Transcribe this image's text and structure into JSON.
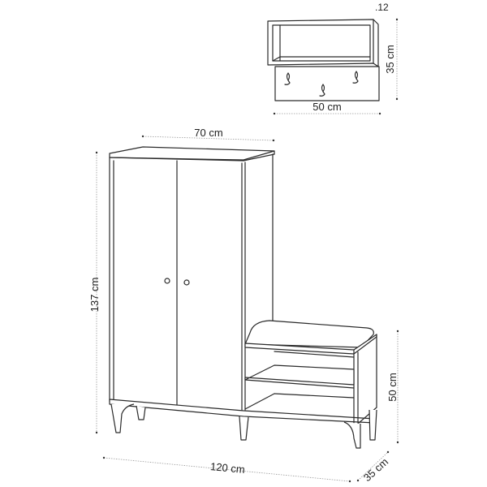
{
  "diagram": {
    "type": "furniture-dimension-drawing",
    "colors": {
      "line": "#2a2a2a",
      "dimension_line": "#9a9a9a",
      "background": "#ffffff"
    },
    "wall_shelf": {
      "depth_label": ".12",
      "height_label": "35 cm",
      "width_label": "50 cm",
      "hooks": 3
    },
    "cabinet": {
      "width_label": "70 cm",
      "height_label": "137 cm",
      "doors": 2,
      "knobs": 2
    },
    "bench": {
      "height_label": "50 cm",
      "shelves": 2
    },
    "overall": {
      "width_label": "120 cm",
      "depth_label": "35 cm"
    }
  }
}
